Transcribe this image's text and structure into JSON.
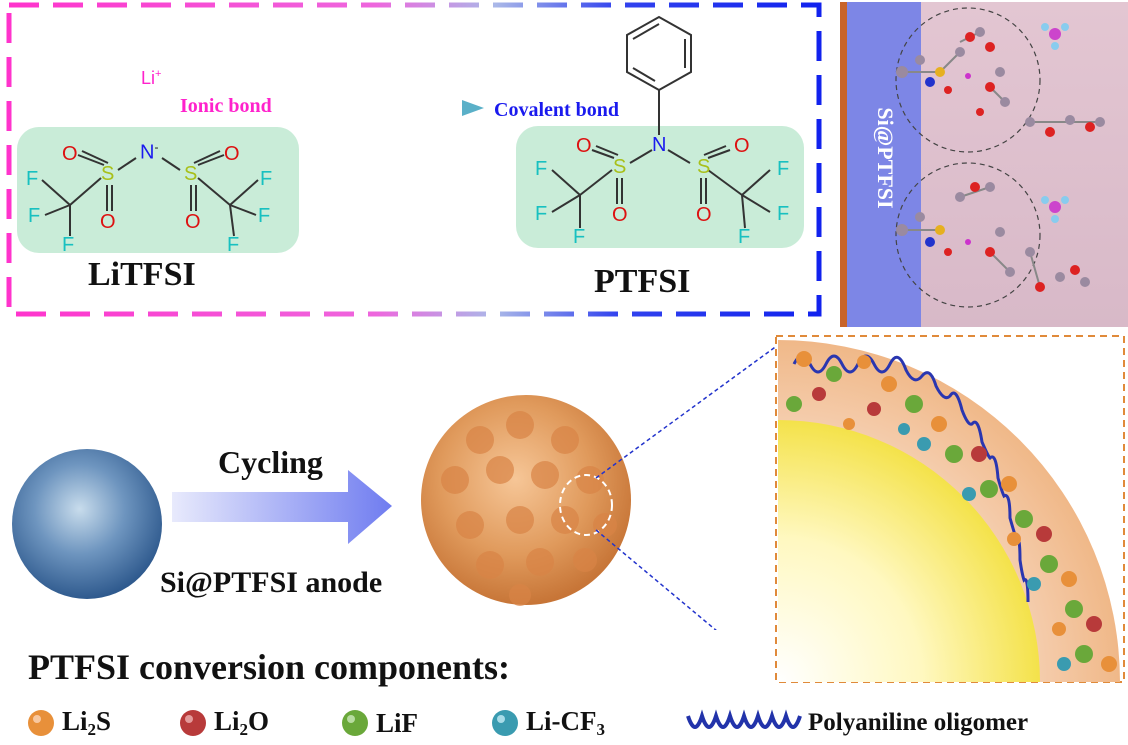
{
  "top_left_panel": {
    "li_plus": "Li+",
    "ionic_bond": "Ionic bond",
    "covalent_bond": "Covalent bond",
    "litfsi_label": "LiTFSI",
    "ptfsi_label": "PTFSI",
    "atoms": {
      "O": "O",
      "S": "S",
      "N": "N",
      "F": "F",
      "N_minus": "N-"
    }
  },
  "top_right_panel": {
    "layer_label": "Si@PTFSI"
  },
  "middle": {
    "cycling_label": "Cycling",
    "anode_label": "Si@PTFSI anode"
  },
  "legend": {
    "heading": "PTFSI conversion components:",
    "items": [
      {
        "name": "Li2S",
        "color": "#e8903a"
      },
      {
        "name": "Li2O",
        "color": "#b83a3a"
      },
      {
        "name": "LiF",
        "color": "#6aa83a"
      },
      {
        "name": "Li-CF3",
        "color": "#3a9bb0"
      }
    ],
    "oligomer_label": "Polyaniline oligomer"
  },
  "colors": {
    "ionic_text": "#ff22cc",
    "covalent_text": "#1a1aee",
    "atom_O": "#dd1111",
    "atom_S": "#a8c01a",
    "atom_N": "#1a1aee",
    "atom_F": "#18c0c0",
    "green_box": "#c9ecd8",
    "dash_border": "#ff33cc",
    "oligomer": "#2233aa"
  }
}
